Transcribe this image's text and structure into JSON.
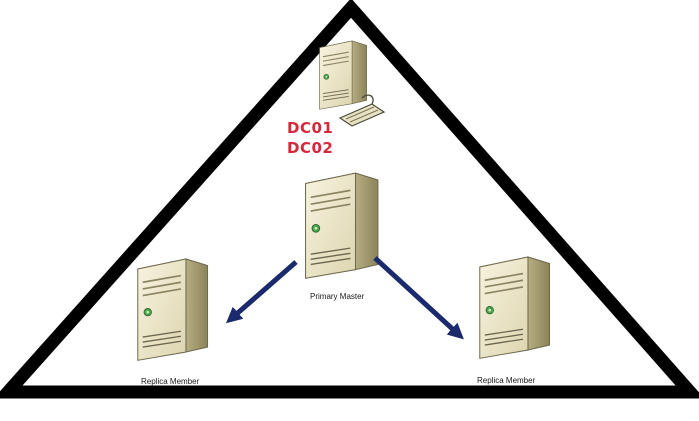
{
  "diagram": {
    "domain_controllers": [
      "DC01",
      "DC02"
    ],
    "nodes": {
      "primary": {
        "label": "Primary Master"
      },
      "replica_left": {
        "label": "Replica Member"
      },
      "replica_right": {
        "label": "Replica Member"
      }
    },
    "colors": {
      "triangle": "#000000",
      "arrow": "#1a2a6c",
      "dc_text": "#d8283a",
      "server_front": "#efe9cc",
      "server_side": "#a89e73",
      "server_top": "#d9d2ad"
    }
  }
}
